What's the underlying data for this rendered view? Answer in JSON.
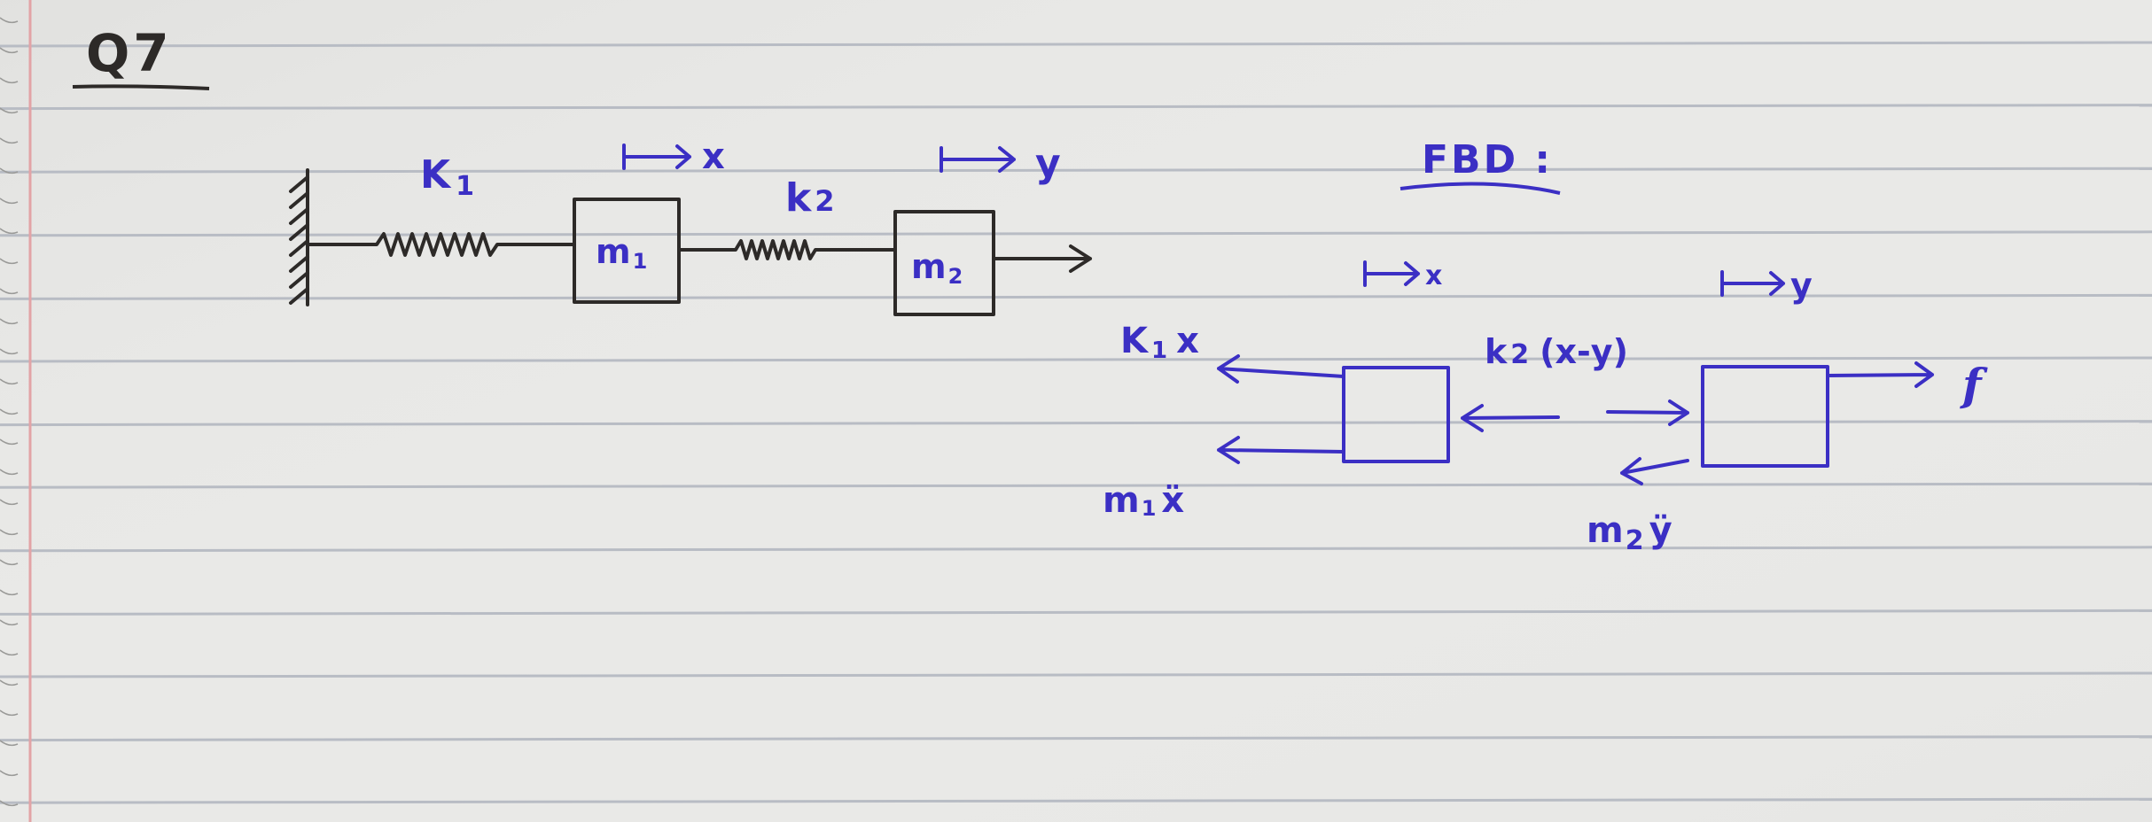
{
  "question_number": "Q7",
  "system": {
    "spring1_label": "K",
    "spring1_sub": "1",
    "spring2_label": "k",
    "spring2_sub": "2",
    "mass1_label": "m",
    "mass1_sub": "1",
    "mass2_label": "m",
    "mass2_sub": "2",
    "disp1_label": "x",
    "disp2_label": "y"
  },
  "fbd": {
    "heading": "FBD :",
    "disp1_label": "x",
    "disp2_label": "y",
    "spring1_force": "K",
    "spring1_force_sub": "1",
    "spring1_force_var": "x",
    "inertia1": "m",
    "inertia1_sub": "1",
    "inertia1_var": "ẍ",
    "coupling_force": "k",
    "coupling_force_sub": "2",
    "coupling_force_expr": "(x-y)",
    "external_force": "f",
    "inertia2": "m",
    "inertia2_sub": "2",
    "inertia2_var": "ÿ"
  },
  "colors": {
    "paper": "#e9e9e7",
    "ruled_line": "#b8bcc4",
    "margin_line": "#e2a3a6",
    "pencil": "#2d2a28",
    "ink": "#3b2fc4"
  }
}
